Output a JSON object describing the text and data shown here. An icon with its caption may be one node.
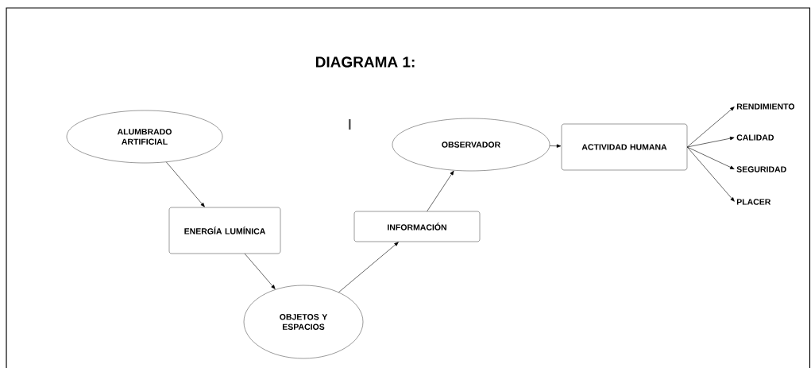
{
  "diagram": {
    "title": "DIAGRAMA 1:",
    "nodes": [
      {
        "text": [
          "ALUMBRADO ARTIFICIAL"
        ]
      },
      {
        "text": [
          "ENERGÍA LUMÍNICA"
        ]
      },
      {
        "text": [
          "OBJETOS Y ESPACIOS"
        ]
      },
      {
        "text": [
          "INFORMACIÓN"
        ]
      },
      {
        "text": [
          "OBSERVADOR"
        ]
      },
      {
        "text": [
          "ACTIVIDAD HUMANA"
        ]
      },
      {
        "text": [
          "RENDIMIENTO"
        ]
      },
      {
        "text": [
          "CALIDAD"
        ]
      },
      {
        "text": [
          "SEGURIDAD"
        ]
      },
      {
        "text": [
          "PLACER"
        ]
      }
    ],
    "edges": [
      {
        "from": 0,
        "to": 1,
        "arrow": "to"
      },
      {
        "from": 1,
        "to": 2,
        "arrow": "to"
      },
      {
        "from": 2,
        "to": 3,
        "arrow": "to"
      },
      {
        "from": 3,
        "to": 4,
        "arrow": "to"
      },
      {
        "from": 4,
        "to": 5,
        "arrow": "to"
      },
      {
        "from": 5,
        "to": 6,
        "arrow": "to"
      },
      {
        "from": 5,
        "to": 7,
        "arrow": "to"
      },
      {
        "from": 5,
        "to": 8,
        "arrow": "to"
      },
      {
        "from": 5,
        "to": 9,
        "arrow": "to"
      }
    ]
  }
}
